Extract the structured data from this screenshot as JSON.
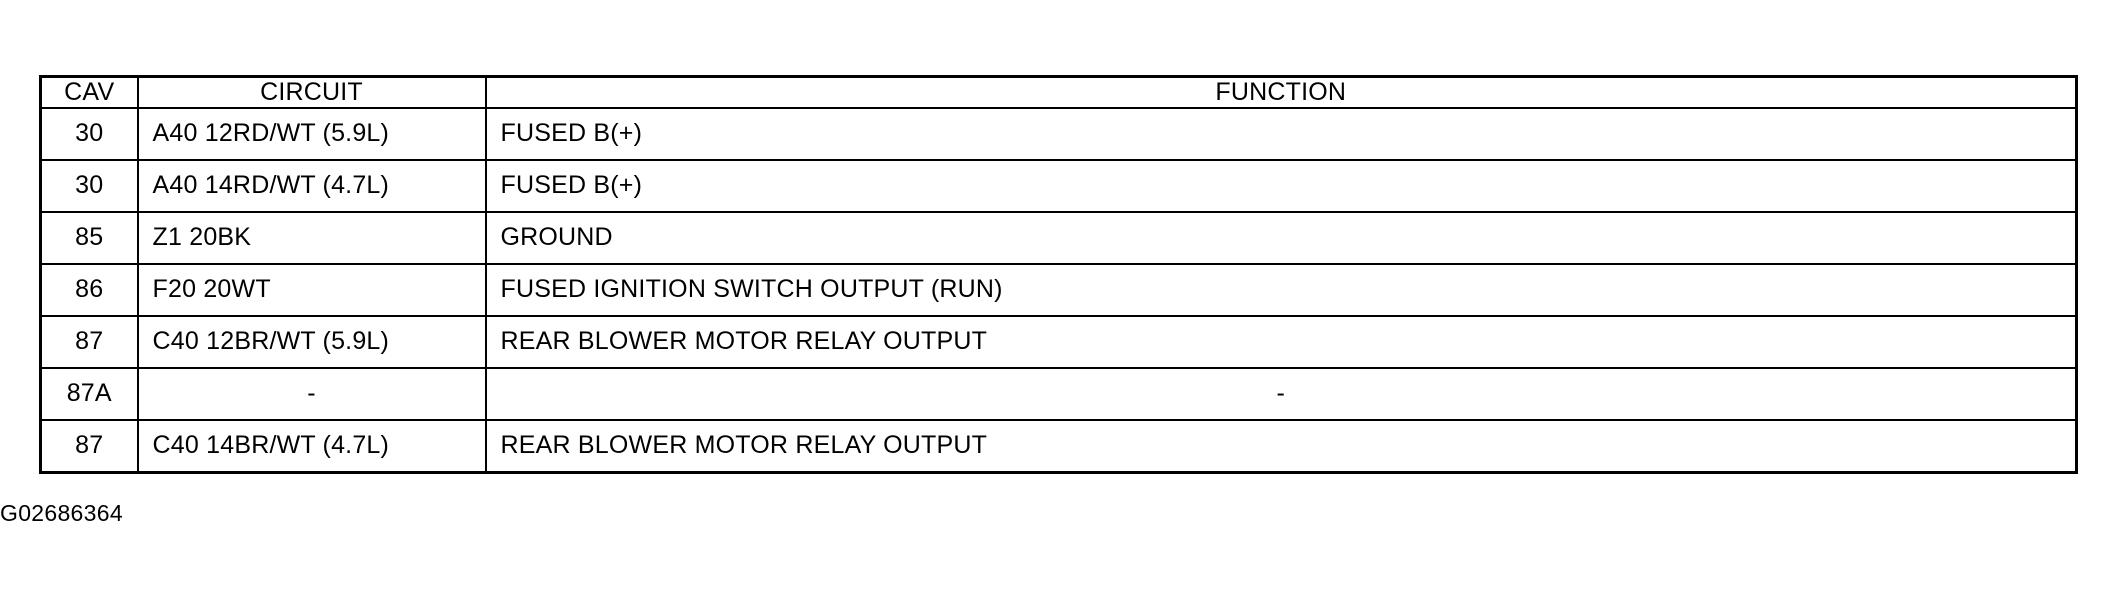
{
  "table": {
    "headers": {
      "cav": "CAV",
      "circuit": "CIRCUIT",
      "function": "FUNCTION"
    },
    "rows": [
      {
        "cav": "30",
        "circuit": "A40 12RD/WT (5.9L)",
        "function": "FUSED B(+)"
      },
      {
        "cav": "30",
        "circuit": "A40 14RD/WT (4.7L)",
        "function": "FUSED B(+)"
      },
      {
        "cav": "85",
        "circuit": "Z1 20BK",
        "function": "GROUND"
      },
      {
        "cav": "86",
        "circuit": "F20 20WT",
        "function": "FUSED IGNITION SWITCH OUTPUT (RUN)"
      },
      {
        "cav": "87",
        "circuit": "C40 12BR/WT (5.9L)",
        "function": "REAR BLOWER MOTOR RELAY OUTPUT"
      },
      {
        "cav": "87A",
        "circuit": "-",
        "function": "-"
      },
      {
        "cav": "87",
        "circuit": "C40 14BR/WT (4.7L)",
        "function": "REAR BLOWER MOTOR RELAY OUTPUT"
      }
    ]
  },
  "figure_id": "G02686364"
}
